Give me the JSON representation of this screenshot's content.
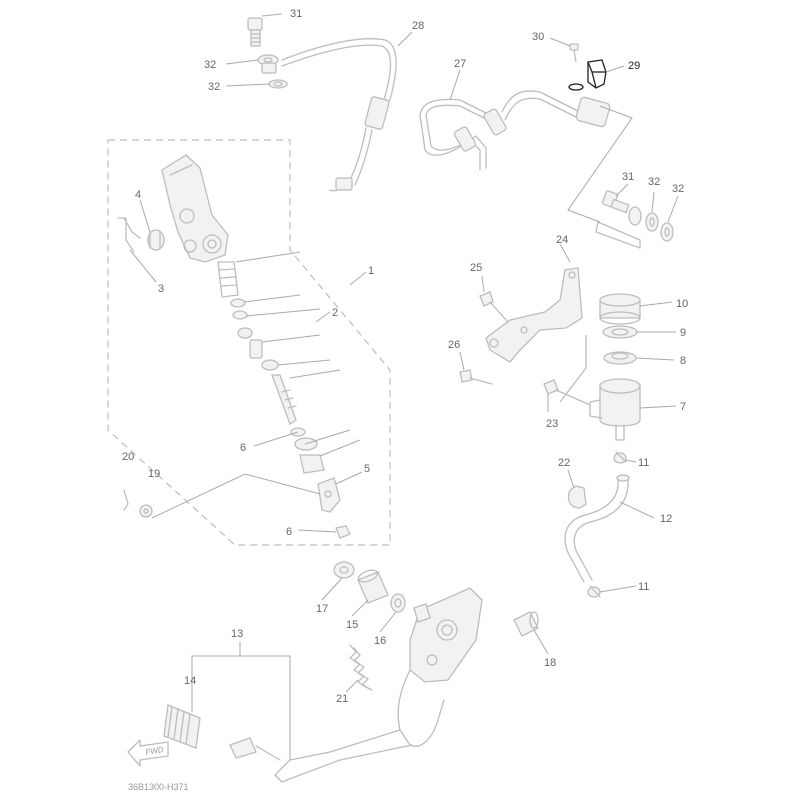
{
  "diagram": {
    "reference_code": "36B1300-H371",
    "fwd_label": "FWD",
    "highlight_color": "#222222",
    "line_color": "#bdbdbd",
    "callouts": {
      "c1": "1",
      "c2": "2",
      "c3": "3",
      "c4": "4",
      "c5": "5",
      "c6a": "6",
      "c6b": "6",
      "c7": "7",
      "c8": "8",
      "c9": "9",
      "c10": "10",
      "c11a": "11",
      "c11b": "11",
      "c12": "12",
      "c13": "13",
      "c14": "14",
      "c15": "15",
      "c16": "16",
      "c17": "17",
      "c18": "18",
      "c19": "19",
      "c20": "20",
      "c21": "21",
      "c22": "22",
      "c23": "23",
      "c24": "24",
      "c25": "25",
      "c26": "26",
      "c27": "27",
      "c28": "28",
      "c29": "29",
      "c30": "30",
      "c31a": "31",
      "c31b": "31",
      "c32a": "32",
      "c32b": "32",
      "c32c": "32",
      "c32d": "32"
    }
  }
}
